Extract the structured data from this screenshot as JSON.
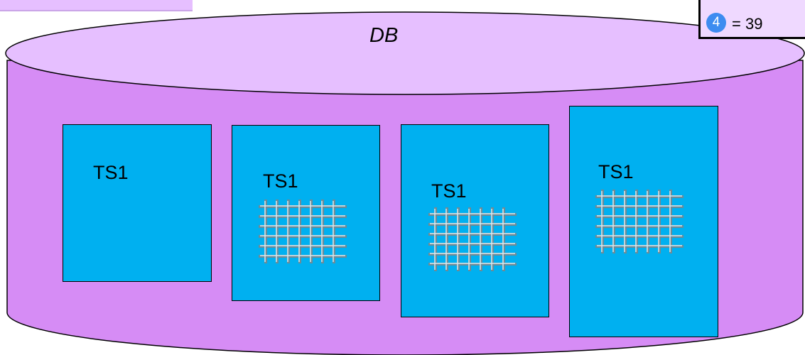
{
  "db": {
    "label": "DB"
  },
  "tablespaces": [
    {
      "label": "TS1",
      "has_grid": false
    },
    {
      "label": "TS1",
      "has_grid": true
    },
    {
      "label": "TS1",
      "has_grid": true
    },
    {
      "label": "TS1",
      "has_grid": true
    }
  ],
  "step": {
    "number": "4",
    "text": "= 39"
  },
  "colors": {
    "cylinder_body": "#d68cf5",
    "cylinder_top": "#e6bfff",
    "tablespace_fill": "#00b0f0",
    "badge": "#3d8cf0"
  }
}
